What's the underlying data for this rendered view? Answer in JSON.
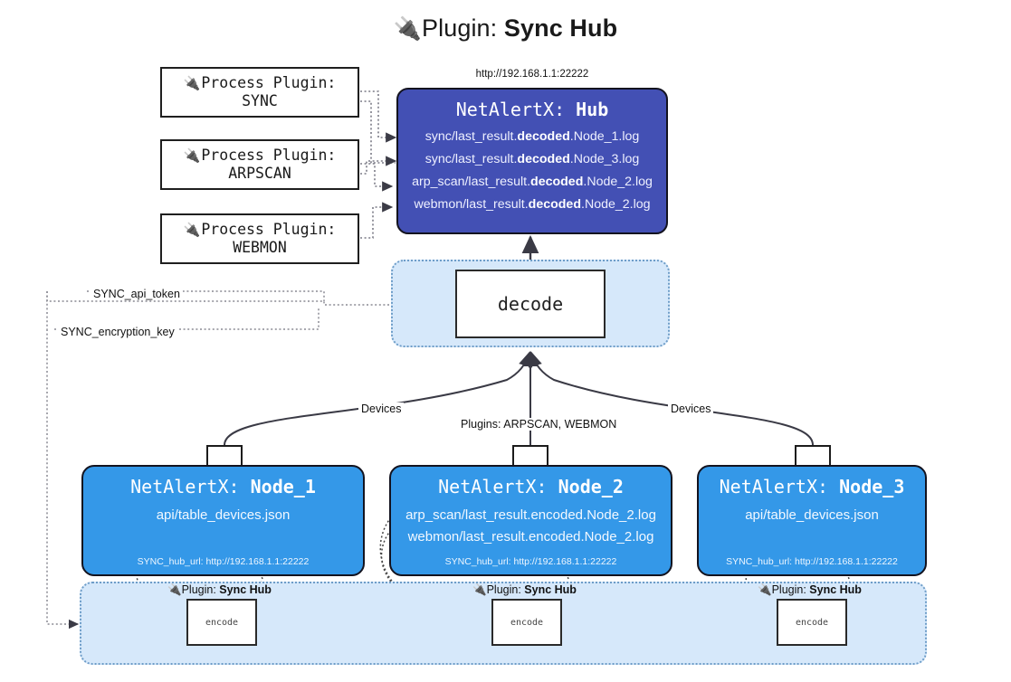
{
  "header": {
    "icon": "plug-icon",
    "label": "Plugin:",
    "name": "Sync Hub",
    "hub_url": "http://192.168.1.1:22222"
  },
  "process_plugins": [
    {
      "icon": "plug-icon",
      "line1": "Process Plugin:",
      "line2": "SYNC"
    },
    {
      "icon": "plug-icon",
      "line1": "Process Plugin:",
      "line2": "ARPSCAN"
    },
    {
      "icon": "plug-icon",
      "line1": "Process Plugin:",
      "line2": "WEBMON"
    }
  ],
  "hub": {
    "title_prefix": "NetAlertX:",
    "title_name": "Hub",
    "rows": [
      {
        "pre": "sync/last_result.",
        "bold": "decoded",
        "post": ".Node_1.log"
      },
      {
        "pre": "sync/last_result.",
        "bold": "decoded",
        "post": ".Node_3.log"
      },
      {
        "pre": "arp_scan/last_result.",
        "bold": "decoded",
        "post": ".Node_2.log"
      },
      {
        "pre": "webmon/last_result.",
        "bold": "decoded",
        "post": ".Node_2.log"
      }
    ]
  },
  "decode": {
    "label": "decode"
  },
  "secrets": {
    "api_token": "SYNC_api_token",
    "encryption_key": "SYNC_encryption_key"
  },
  "edge_labels": {
    "devices_left": "Devices",
    "devices_right": "Devices",
    "plugins_center": "Plugins: ARPSCAN, WEBMON"
  },
  "nodes": [
    {
      "title_prefix": "NetAlertX:",
      "title_name": "Node_1",
      "lines": [
        {
          "text": "api/table_devices.json"
        }
      ],
      "hub_url_label": "SYNC_hub_url: http://192.168.1.1:22222",
      "envelope": "envelope-icon"
    },
    {
      "title_prefix": "NetAlertX:",
      "title_name": "Node_2",
      "lines": [
        {
          "text": "arp_scan/last_result.encoded.Node_2.log"
        },
        {
          "text": "webmon/last_result.encoded.Node_2.log"
        }
      ],
      "hub_url_label": "SYNC_hub_url: http://192.168.1.1:22222",
      "envelope": "envelope-icon"
    },
    {
      "title_prefix": "NetAlertX:",
      "title_name": "Node_3",
      "lines": [
        {
          "text": "api/table_devices.json"
        }
      ],
      "hub_url_label": "SYNC_hub_url: http://192.168.1.1:22222",
      "envelope": "envelope-icon"
    }
  ],
  "encoders": [
    {
      "plugin_label": "Plugin:",
      "plugin_name": "Sync Hub",
      "box_label": "encode"
    },
    {
      "plugin_label": "Plugin:",
      "plugin_name": "Sync Hub",
      "box_label": "encode"
    },
    {
      "plugin_label": "Plugin:",
      "plugin_name": "Sync Hub",
      "box_label": "encode"
    }
  ],
  "colors": {
    "hub_fill": "#4350b4",
    "node_fill": "#3498e8",
    "container_fill": "#d6e8fa",
    "container_border": "#6e9dc8",
    "stroke": "#13131f",
    "background": "#ffffff"
  }
}
